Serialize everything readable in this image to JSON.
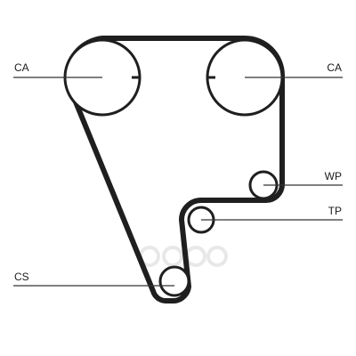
{
  "diagram": {
    "labels": {
      "ca_left": "CA",
      "ca_right": "CA",
      "wp": "WP",
      "tp": "TP",
      "cs": "CS"
    },
    "watermark": "ozon"
  },
  "colors": {
    "belt": "#1f1f1f",
    "pulley": "#1f1f1f",
    "line": "#333333",
    "watermark": "#e6e6e6"
  }
}
